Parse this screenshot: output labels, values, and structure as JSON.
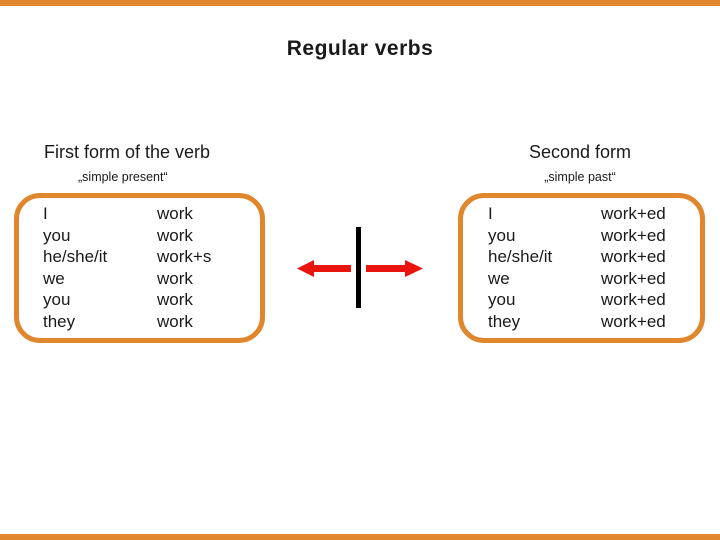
{
  "title": "Regular verbs",
  "colors": {
    "accent_orange": "#e0862c",
    "arrow_red": "#ea150f",
    "divider_black": "#000000",
    "text_black": "#1a1a1a"
  },
  "left_panel": {
    "heading": "First form of the verb",
    "subtitle": "„simple present“",
    "rows": [
      {
        "pronoun": "I",
        "verb": "work"
      },
      {
        "pronoun": "you",
        "verb": "work"
      },
      {
        "pronoun": "he/she/it",
        "verb": "work+s"
      },
      {
        "pronoun": "we",
        "verb": "work"
      },
      {
        "pronoun": "you",
        "verb": "work"
      },
      {
        "pronoun": "they",
        "verb": "work"
      }
    ]
  },
  "right_panel": {
    "heading": "Second form",
    "subtitle": "„simple past“",
    "rows": [
      {
        "pronoun": "I",
        "verb": "work+ed"
      },
      {
        "pronoun": "you",
        "verb": "work+ed"
      },
      {
        "pronoun": "he/she/it",
        "verb": "work+ed"
      },
      {
        "pronoun": "we",
        "verb": "work+ed"
      },
      {
        "pronoun": "you",
        "verb": "work+ed"
      },
      {
        "pronoun": "they",
        "verb": "work+ed"
      }
    ]
  },
  "divider": {
    "icons": {
      "left_arrow": "left-arrow-icon",
      "bar": "vertical-divider",
      "right_arrow": "right-arrow-icon"
    }
  }
}
